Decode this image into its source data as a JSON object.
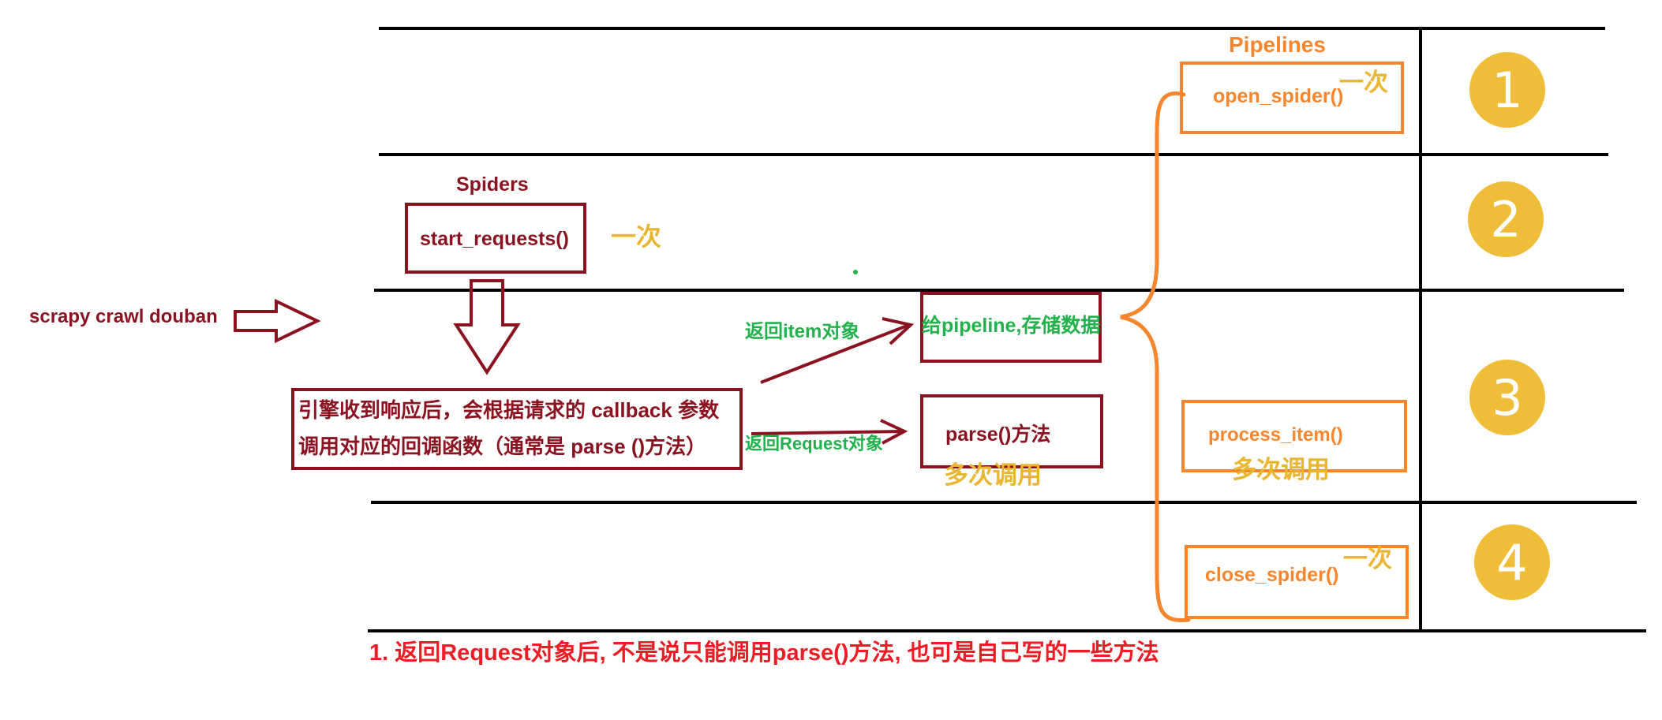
{
  "entry": {
    "command": "scrapy crawl douban"
  },
  "spiders": {
    "title": "Spiders",
    "start_requests": "start_requests()",
    "start_requests_note": "一次",
    "engine_line1": "引擎收到响应后，会根据请求的 callback 参数",
    "engine_line2": "调用对应的回调函数（通常是 parse ()方法）"
  },
  "returns": {
    "item_label": "返回item对象",
    "request_label": "返回Request对象"
  },
  "targets": {
    "pipeline_box": "给pipeline,存储数据",
    "parse_box": "parse()方法",
    "parse_note": "多次调用"
  },
  "pipelines": {
    "title": "Pipelines",
    "open_spider": "open_spider()",
    "open_note": "一次",
    "process_item": "process_item()",
    "process_note": "多次调用",
    "close_spider": "close_spider()",
    "close_note": "一次"
  },
  "stages": [
    "1",
    "2",
    "3",
    "4"
  ],
  "footnote": "1. 返回Request对象后, 不是说只能调用parse()方法, 也可是自己写的一些方法",
  "colors": {
    "dark_red": "#8b1320",
    "green": "#22b14c",
    "orange": "#f5862e",
    "gold": "#efbd38",
    "red": "#ee1c24"
  }
}
